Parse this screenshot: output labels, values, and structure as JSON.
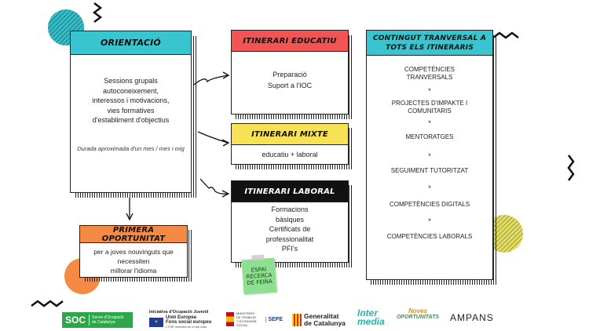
{
  "orientacio": {
    "title": "ORIENTACIÓ",
    "lines": [
      "Sessions grupals",
      "autoconeixement,",
      "interessos i motivacions,",
      "vies formatives",
      "d'establiment d'objectius"
    ],
    "duration": "Durada aproximada d'un mes / mes i mig"
  },
  "educatiu": {
    "title": "ITINERARI EDUCATIU",
    "lines": [
      "Preparació",
      "Suport a l'IOC"
    ]
  },
  "mixte": {
    "title": "ITINERARI MIXTE",
    "text": "educatiu + laboral"
  },
  "laboral": {
    "title": "ITINERARI LABORAL",
    "lines": [
      "Formacions",
      "bàsiques",
      "Certificats de",
      "professionalitat",
      "PFI's"
    ]
  },
  "postit": {
    "lines": [
      "ESPAI",
      "RECERCA",
      "DE FEINA"
    ]
  },
  "oportunitat": {
    "title": "PRIMERA OPORTUNITAT",
    "lines": [
      "per a joves nouvinguts que",
      "necessiten",
      "millorar l'idioma"
    ]
  },
  "transversal": {
    "title_lines": [
      "CONTINGUT TRANVERSAL A",
      "TOTS ELS ITINERARIS"
    ],
    "items": [
      [
        "COMPETÈNCIES",
        "TRANVERSALS"
      ],
      [
        "PROJECTES D'IMPAKTE I",
        "COMUNITARIS"
      ],
      [
        "MENTORATGES"
      ],
      [
        "SEGUIMENT TUTORITZAT"
      ],
      [
        "COMPETÈNCIES DIGITALS"
      ],
      [
        "COMPETÈNCIES LABORALS"
      ]
    ],
    "separator": "*"
  },
  "logos": {
    "soc": {
      "main": "SOC",
      "sub1": "Servei d'Ocupació",
      "sub2": "de Catalunya"
    },
    "iniciativa": {
      "l1": "Iniciativa d'Ocupació Juvenil",
      "l2": "Unió Europea",
      "l3": "Fons social europeu",
      "l4": "L'FSE inverteix en el teu futur"
    },
    "ministerio": {
      "l1": "MINISTERIO",
      "l2": "DE TRABAJO",
      "l3": "Y ECONOMÍA SOCIAL",
      "sepe": "SEPE"
    },
    "generalitat": {
      "l1": "Generalitat",
      "l2": "de Catalunya"
    },
    "intermedia": {
      "l1": "Inter",
      "l2": "media"
    },
    "noves": {
      "l1": "Noves",
      "l2": "OPORTUNITATS"
    },
    "ampans": {
      "text": "AMPANS"
    }
  },
  "colors": {
    "teal": "#38c5cf",
    "red": "#f25454",
    "yellow": "#f7e154",
    "black": "#111111",
    "orange": "#f58a45",
    "postit": "#8ee090"
  }
}
